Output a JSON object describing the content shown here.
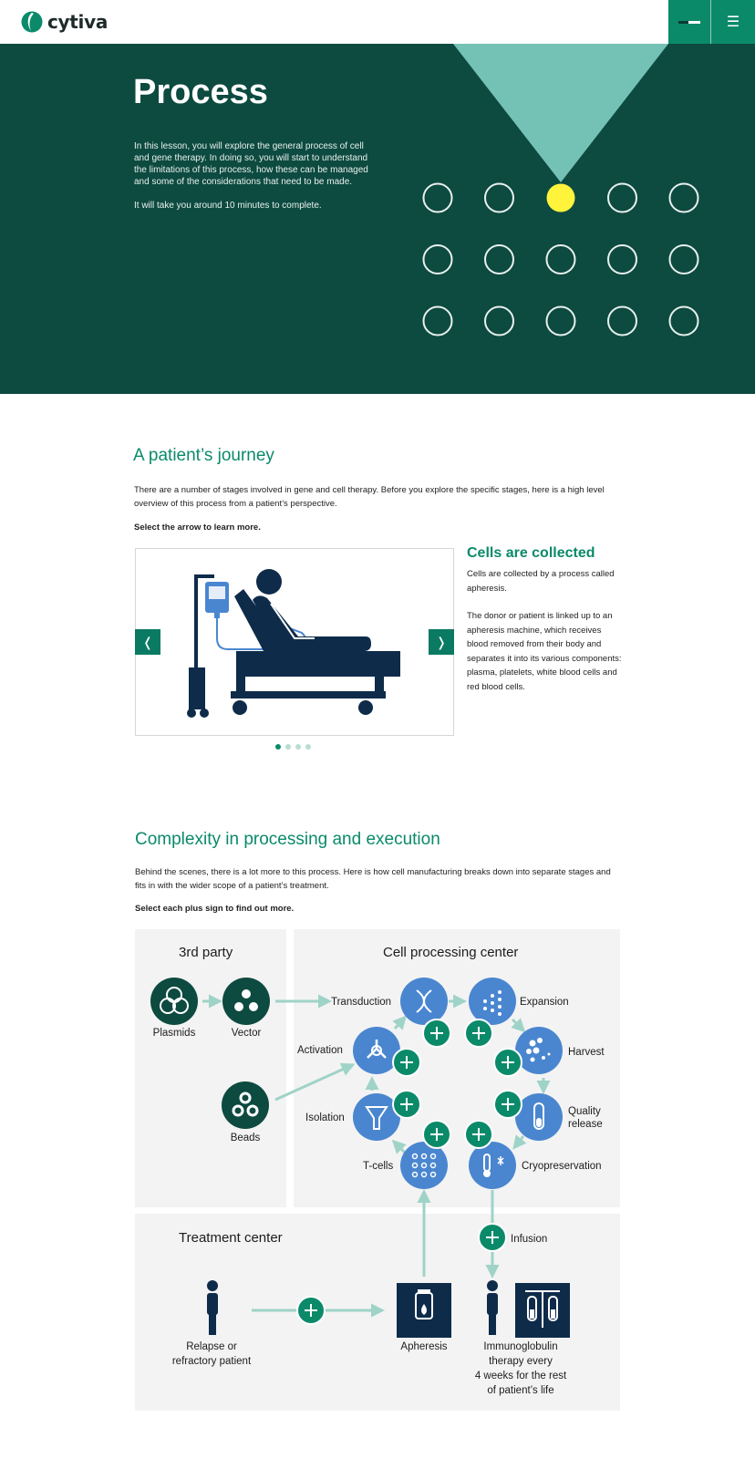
{
  "header": {
    "logo_text": "cytiva",
    "logo_icon": "cytiva-leaf-icon",
    "progress": 0.45,
    "menu_glyph": "☰",
    "colors": {
      "brand": "#0b8a6a",
      "hero": "#0d4a40",
      "accent": "#fff33b",
      "mint": "#74c2b5",
      "blue": "#4a86d0",
      "navy": "#0e2b4a"
    }
  },
  "hero": {
    "title": "Process",
    "intro": "In this lesson, you will explore the general process of cell and gene therapy. In doing so, you will start to understand the limitations of this process, how these can be managed and some of the considerations that need to be made.",
    "time_note": "It will take you around 10 minutes to complete.",
    "dot_grid": {
      "rows": 3,
      "cols": 5,
      "highlighted": 3
    }
  },
  "journey": {
    "heading": "A patient’s journey",
    "intro": "There are a number of stages involved in gene and cell therapy. Before you explore the specific stages, here is a high level overview of this process from a patient’s perspective.",
    "instruction": "Select the arrow to learn more.",
    "prev_glyph": "❬",
    "next_glyph": "❭",
    "slide_count": 4,
    "active_slide": 1,
    "slide_heading": "Cells are collected",
    "slide_p1": "Cells are collected by a process called apheresis.",
    "slide_p2": "The donor or patient is linked up to an apheresis machine, which receives blood removed from their body and separates it into its various components: plasma, platelets, white blood cells and red blood cells."
  },
  "complexity": {
    "heading": "Complexity in processing and execution",
    "intro": "Behind the scenes, there is a lot more to this process. Here is how cell manufacturing breaks down into separate stages and fits in with the wider scope of a patient’s treatment.",
    "instruction": "Select each plus sign to find out more.",
    "panels": {
      "third_party": "3rd party",
      "cell_center": "Cell processing center",
      "treatment": "Treatment center"
    },
    "labels": {
      "plasmids": "Plasmids",
      "vector": "Vector",
      "beads": "Beads",
      "transduction": "Transduction",
      "expansion": "Expansion",
      "activation": "Activation",
      "harvest": "Harvest",
      "isolation": "Isolation",
      "quality_line1": "Quality",
      "quality_line2": "release",
      "tcells": "T-cells",
      "cryo": "Cryopreservation",
      "infusion": "Infusion",
      "relapse_line1": "Relapse or",
      "relapse_line2": "refractory patient",
      "apheresis": "Apheresis",
      "immuno_line1": "Immunoglobulin",
      "immuno_line2": "therapy every",
      "immuno_line3": "4 weeks for the rest",
      "immuno_line4": "of patient’s life"
    }
  }
}
